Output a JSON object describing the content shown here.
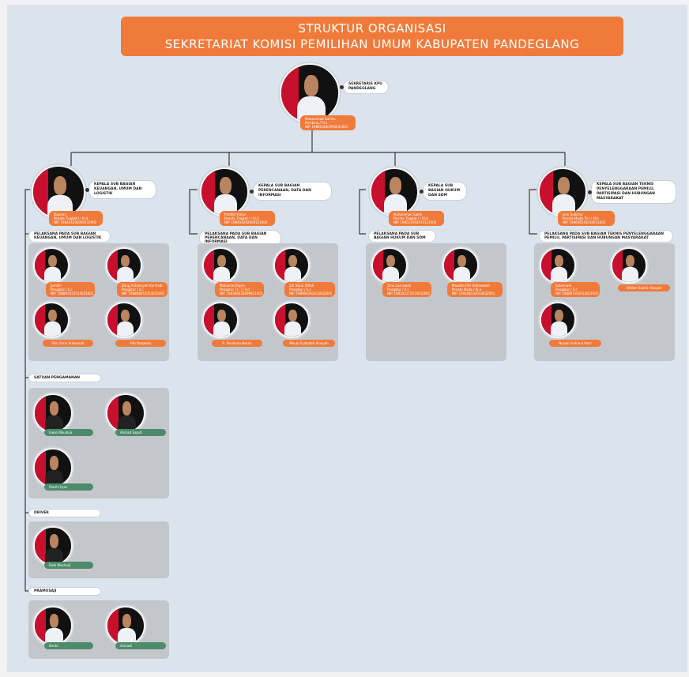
{
  "title": {
    "line1": "STRUKTUR ORGANISASI",
    "line2": "SEKRETARIAT KOMISI PEMILIHAN UMUM KABUPATEN PANDEGLANG"
  },
  "colors": {
    "accent": "#f07a3a",
    "green": "#4e8a6c",
    "background": "#dbe3ec",
    "group": "#c3c7cc",
    "flag": "#c8102e"
  },
  "sekretaris": {
    "role": "SEKRETARIS KPU PANDEGLANG",
    "name": "Muhammad Baihini",
    "rank": "Pembina / IV.a",
    "nip": "NIP. 196603081993031003"
  },
  "kasubag": [
    {
      "role": "KEPALA SUB BAGIAN KEUANGAN, UMUM DAN LOGISTIK",
      "name": "Dapreni",
      "rank": "Penata Tingkat I / III.d",
      "nip": "NIP. 198404292009122002"
    },
    {
      "role": "KEPALA SUB BAGIAN PERENCANAAN, DATA DAN INFORMASI",
      "name": "Pradita Yunus",
      "rank": "Penata Tingkat I / III.d",
      "nip": "NIP. 198404292009121004"
    },
    {
      "role": "KEPALA SUB BAGIAN HUKUM DAN SDM",
      "name": "Muhammad Saleh",
      "rank": "Penata Tingkat I / III.d",
      "nip": "NIP. 198511092010121004"
    },
    {
      "role": "KEPALA SUB BAGIAN TEKNIS PENYELENGGARAAN PEMILU, PARTISIPASI DAN HUBUNGAN MASYARAKAT",
      "name": "Jaini Sudirtar",
      "rank": "Penata Muda Tk I / III.b",
      "nip": "NIP. 198608142010011003"
    }
  ],
  "pelaksana_labels": [
    "PELAKSANA PADA SUB BAGIAN KEUANGAN, UMUM DAN LOGISTIK",
    "PELAKSANA PADA SUB BAGIAN PERENCANAAN, DATA DAN INFORMASI",
    "PELAKSANA PADA SUB BAGIAN HUKUM DAN SDM",
    "PELAKSANA PADA SUB BAGIAN TEKNIS PENYELENGGARAAN PEMILU, PARTISIPASI DAN HUBUNGAN MASYARAKAT"
  ],
  "pelaksana": [
    [
      {
        "name": "Jumdiri",
        "rank": "Pengatur / II.c",
        "nip": "NIP. 198805052014031001"
      },
      {
        "name": "Bang Ardiansyah Kurniadi",
        "rank": "Pengatur / II.c",
        "nip": "NIP. 198808012014031001"
      },
      {
        "name": "Fikri Sirna Ardiansah",
        "rank": "",
        "nip": ""
      },
      {
        "name": "Fito Pangestu",
        "rank": "",
        "nip": ""
      }
    ],
    [
      {
        "name": "Mohamad Fajrin",
        "rank": "Pengatur Tk. I / II.d",
        "nip": "NIP. 198306032009011001"
      },
      {
        "name": "Siti Nurul Afifah",
        "rank": "Pengatur / II.c",
        "nip": "NIP. 198906262014032001"
      },
      {
        "name": "R. Nurdiana Hasan",
        "rank": "",
        "nip": ""
      },
      {
        "name": "Maulu Syahidah Ainayah",
        "rank": "",
        "nip": ""
      }
    ],
    [
      {
        "name": "Dina Lesnawati",
        "rank": "Pengatur / II.c",
        "nip": "NIP. 199102172014032001"
      },
      {
        "name": "Maulida Fitri Rahmawati",
        "rank": "Penata Muda / III.a",
        "nip": "NIP. 199108132014032001"
      }
    ],
    [
      {
        "name": "Sukarnadi",
        "rank": "Pengatur / II.c",
        "nip": "NIP. 198807102014031001"
      },
      {
        "name": "Wildan Saeful Hidayat",
        "rank": "",
        "nip": ""
      },
      {
        "name": "Nuraini Indriani Putri",
        "rank": "",
        "nip": ""
      }
    ]
  ],
  "satuan": {
    "label": "SATUAN PENGAMANAN",
    "members": [
      {
        "name": "Irwan Maulana"
      },
      {
        "name": "Ahmad Sajadi"
      },
      {
        "name": "Paoshi Ilyas"
      }
    ]
  },
  "driver": {
    "label": "DRIVER",
    "members": [
      {
        "name": "Dedi Mashudi"
      }
    ]
  },
  "pramusaji": {
    "label": "PRAMUSAJI",
    "members": [
      {
        "name": "Bento"
      },
      {
        "name": "Asmadi"
      }
    ]
  }
}
